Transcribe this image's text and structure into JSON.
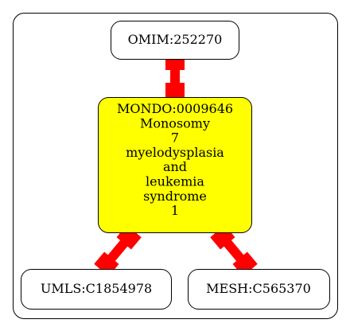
{
  "diagram": {
    "nodes": {
      "omim": {
        "label": "OMIM:252270"
      },
      "mondo": {
        "label_lines": [
          "MONDO:0009646",
          "Monosomy",
          "7",
          "myelodysplasia",
          "and",
          "leukemia",
          "syndrome",
          "1"
        ],
        "fill": "#ffff00"
      },
      "umls": {
        "label": "UMLS:C1854978"
      },
      "mesh": {
        "label": "MESH:C565370"
      }
    },
    "edge_color": "#ff0000"
  }
}
